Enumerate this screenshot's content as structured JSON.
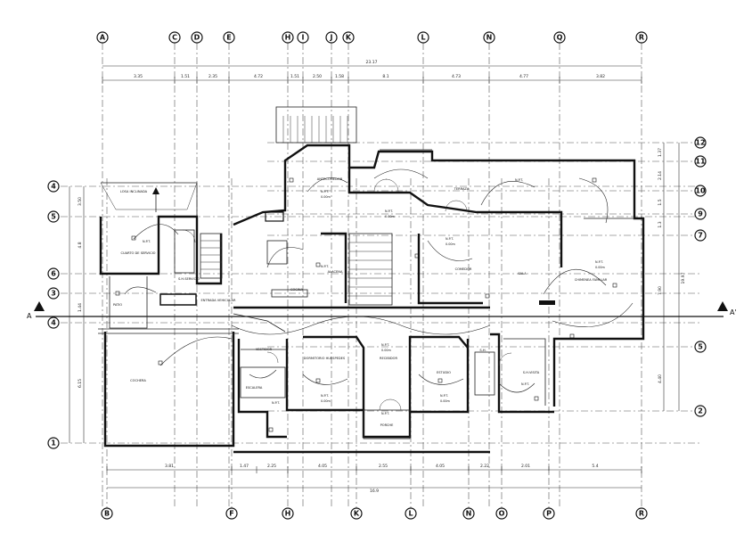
{
  "grid_top": [
    "A",
    "C",
    "D",
    "E",
    "H",
    "I",
    "J",
    "K",
    "L",
    "N",
    "Q",
    "R"
  ],
  "grid_bottom": [
    "B",
    "F",
    "H",
    "K",
    "L",
    "N",
    "O",
    "P",
    "R"
  ],
  "grid_right": [
    "12",
    "11",
    "10",
    "9",
    "7",
    "5",
    "2"
  ],
  "grid_left": [
    "4",
    "5",
    "6",
    "3",
    "4",
    "1"
  ],
  "section_left": "A",
  "section_right": "A'",
  "dims_top_total": "23.17",
  "dims_top": [
    "3.35",
    "1.51",
    "2.35",
    "4.72",
    "1.51",
    "2.50",
    "1.58",
    "8.1",
    "4.73",
    "4.77",
    "3.82"
  ],
  "dims_bottom_total": "16.9",
  "dims_bottom": [
    "3.81",
    "1.47",
    "2.25",
    "4.05",
    "2.55",
    "4.05",
    "2.22",
    "2.01",
    "5.4"
  ],
  "dims_right_total": "19.97",
  "dims_right": [
    "1.37",
    "2.14",
    "1.5",
    "1.3",
    "7.90",
    "4.40"
  ],
  "dims_left": [
    "3.50",
    "4.8",
    "1.44",
    "6.15"
  ],
  "rooms": {
    "lobby": "LOSA INCLINADA",
    "servicio": "CUARTO DE SERVICIO",
    "servicio_bano": "S.H.SERVICIO",
    "patio": "PATIO",
    "cochera": "COCHERA",
    "entrada": "ENTRADA VEHICULAR",
    "antecomedor": "ANTECOMEDOR",
    "cocina": "COCINA",
    "alacena": "ALACENA",
    "terraza": "TERRAZA",
    "comedor": "COMEDOR",
    "sala": "SALA",
    "chimenea": "CHIMENEA FAMILIAR",
    "vestidor": "VESTIDOR",
    "dormitorio1": "DORMITORIO HUESPEDES",
    "recibidor": "RECIBIDOR",
    "estudio": "ESTUDIO",
    "bano_visitas": "S.H.VISITA",
    "escalera": "ESCALERA",
    "porche": "PORCHE",
    "sh": "S.H."
  },
  "fixture_note": "N.P.T.",
  "fixture_level": "0.00m"
}
